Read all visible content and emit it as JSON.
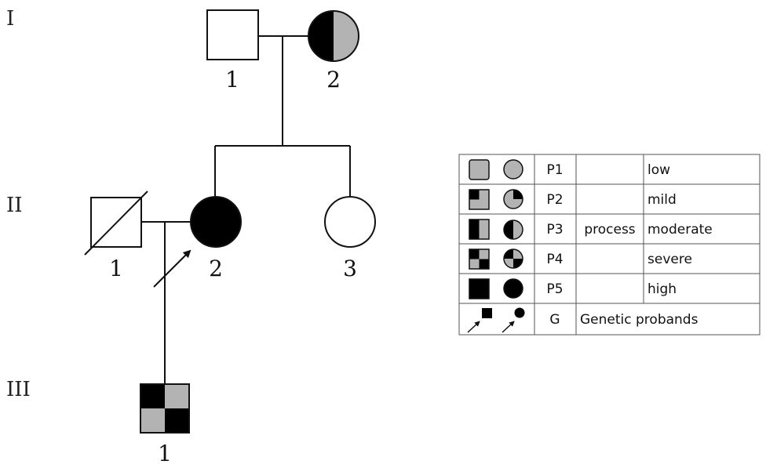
{
  "generations": [
    "I",
    "II",
    "III"
  ],
  "individuals": {
    "I1": "1",
    "I2": "2",
    "II1": "1",
    "II2": "2",
    "II3": "3",
    "III1": "1"
  },
  "legend": {
    "rows": [
      {
        "code": "P1",
        "level": "low"
      },
      {
        "code": "P2",
        "level": "mild"
      },
      {
        "code": "P3",
        "level": "moderate"
      },
      {
        "code": "P4",
        "level": "severe"
      },
      {
        "code": "P5",
        "level": "high"
      }
    ],
    "process_label": "process",
    "g_code": "G",
    "g_label": "Genetic probands"
  },
  "colors": {
    "affected": "#000000",
    "carrier_gray": "#b3b3b3",
    "line": "#111111"
  }
}
